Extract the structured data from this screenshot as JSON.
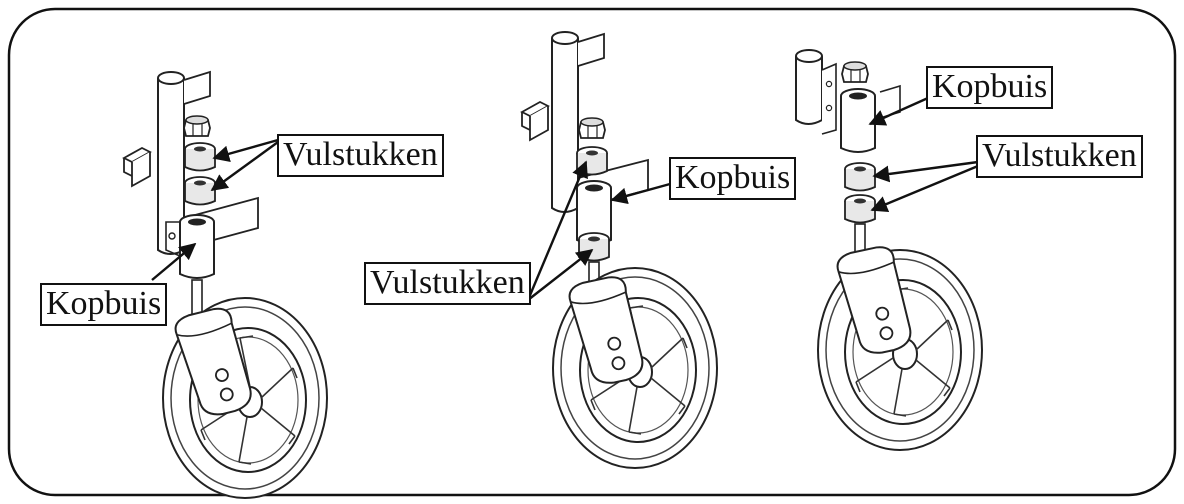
{
  "diagram": {
    "panel_1": {
      "labels": {
        "spacers": "Vulstukken",
        "head_tube": "Kopbuis"
      }
    },
    "panel_2": {
      "labels": {
        "head_tube": "Kopbuis",
        "spacers": "Vulstukken"
      }
    },
    "panel_3": {
      "labels": {
        "head_tube": "Kopbuis",
        "spacers": "Vulstukken"
      }
    }
  }
}
